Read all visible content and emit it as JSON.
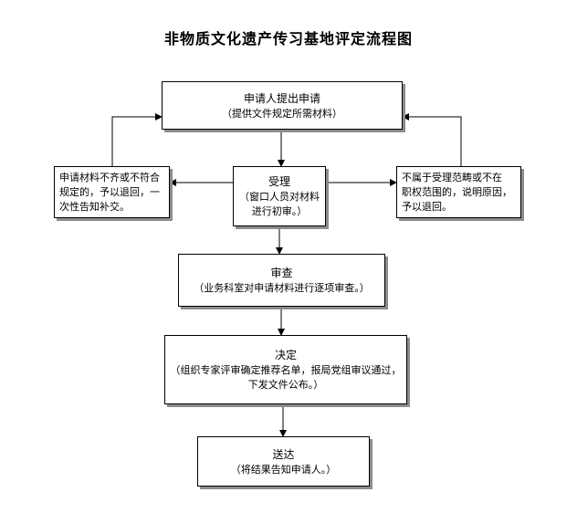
{
  "title": "非物质文化遗产传习基地评定流程图",
  "nodes": {
    "apply": {
      "head": "申请人提出申请",
      "lines": [
        "（提供文件规定所需材料）"
      ]
    },
    "accept": {
      "head": "受理",
      "lines": [
        "（窗口人员对材料",
        "进行初审。）"
      ]
    },
    "incomplete": {
      "lines": [
        "申请材料不齐或不符合",
        "规定的，予以退回，一",
        "次性告知补交。"
      ]
    },
    "out_of_scope": {
      "lines": [
        "不属于受理范畴或不在",
        "职权范围的，说明原因，",
        "予以退回。"
      ]
    },
    "review": {
      "head": "审查",
      "lines": [
        "（业务科室对申请材料进行逐项审查。）"
      ]
    },
    "decision": {
      "head": "决定",
      "lines": [
        "（组织专家评审确定推荐名单，报局党组审议通过，",
        "下发文件公布。）"
      ]
    },
    "deliver": {
      "head": "送达",
      "lines": [
        "（将结果告知申请人。）"
      ]
    }
  }
}
